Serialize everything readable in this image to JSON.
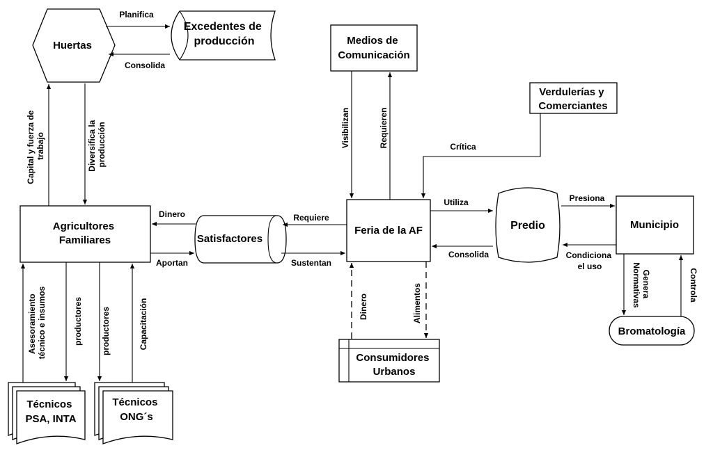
{
  "nodes": {
    "huertas": "Huertas",
    "excedentes": [
      "Excedentes de",
      "producción"
    ],
    "medios": [
      "Medios de",
      "Comunicación"
    ],
    "verdulerias": [
      "Verdulerías y",
      "Comerciantes"
    ],
    "agricultores": [
      "Agricultores",
      "Familiares"
    ],
    "satisfactores": "Satisfactores",
    "feria": "Feria de la AF",
    "predio": "Predio",
    "municipio": "Municipio",
    "bromatologia": "Bromatología",
    "consumidores": [
      "Consumidores",
      "Urbanos"
    ],
    "tecnicos_psa": [
      "Técnicos",
      "PSA, INTA"
    ],
    "tecnicos_ong": [
      "Técnicos",
      "ONG´s"
    ]
  },
  "edges": {
    "planifica": "Planifica",
    "consolida_huertas": "Consolida",
    "capital": [
      "Capital y fuerza de",
      "trabajo"
    ],
    "diversifica": [
      "Diversifica la",
      "producción"
    ],
    "visibilizan": "Visibilizan",
    "requieren": "Requieren",
    "critica": "Crítica",
    "dinero_sat": "Dinero",
    "aportan": "Aportan",
    "requiere": "Requiere",
    "sustentan": "Sustentan",
    "utiliza": "Utiliza",
    "consolida_predio": "Consolida",
    "presiona": "Presiona",
    "condiciona": [
      "Condiciona",
      "el uso"
    ],
    "genera": [
      "Genera",
      "Normativas"
    ],
    "controla": "Controla",
    "dinero_cons": "Dinero",
    "alimentos": "Alimentos",
    "asesoramiento": [
      "Asesoramiento",
      "técnico e insumos"
    ],
    "productores_1": "productores",
    "productores_2": "productores",
    "capacitacion": "Capacitación"
  }
}
